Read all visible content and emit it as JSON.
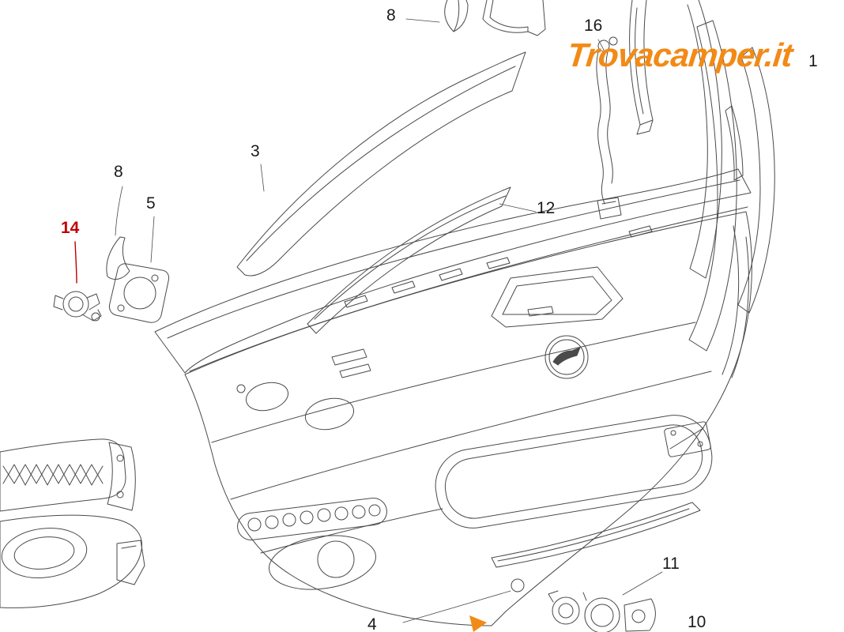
{
  "watermark": {
    "text": "Trovacamper.it",
    "color": "#F28A16"
  },
  "callouts": [
    {
      "id": "part-8-top",
      "label": "8",
      "color": "#1a1a1a"
    },
    {
      "id": "part-16",
      "label": "16",
      "color": "#1a1a1a"
    },
    {
      "id": "part-1",
      "label": "1",
      "color": "#1a1a1a"
    },
    {
      "id": "part-3",
      "label": "3",
      "color": "#1a1a1a"
    },
    {
      "id": "part-8-left",
      "label": "8",
      "color": "#1a1a1a"
    },
    {
      "id": "part-5",
      "label": "5",
      "color": "#1a1a1a"
    },
    {
      "id": "part-14",
      "label": "14",
      "color": "#c00000"
    },
    {
      "id": "part-12",
      "label": "12",
      "color": "#1a1a1a"
    },
    {
      "id": "part-11",
      "label": "11",
      "color": "#1a1a1a"
    },
    {
      "id": "part-4",
      "label": "4",
      "color": "#1a1a1a"
    },
    {
      "id": "part-10",
      "label": "10",
      "color": "#1a1a1a"
    }
  ],
  "colors": {
    "background": "#ffffff",
    "line_art": "#4a4a4a",
    "accent_orange": "#F28A16",
    "highlight_red": "#c00000"
  }
}
